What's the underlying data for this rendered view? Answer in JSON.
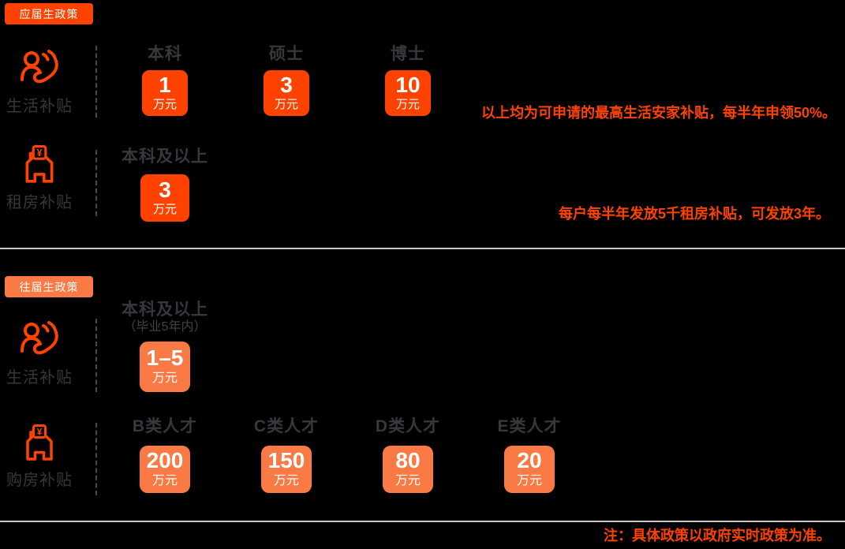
{
  "colors": {
    "background": "#000000",
    "accent_fresh": "#FF4200",
    "accent_previous": "#FA7A45",
    "note_text": "#FF4200",
    "icon_stroke": "#FF4200",
    "divider": "#C9CCCE",
    "dash": "#4A4A4A",
    "label_dark": "#35383C",
    "box_text": "#FFFFFF"
  },
  "sections": [
    {
      "badge": "应届生政策",
      "accent": "#FF4200",
      "rows": [
        {
          "label": "生活补贴",
          "icon": "people-care-icon",
          "note": "以上均为可申请的最高生活安家补贴，每半年申领50%。",
          "columns": [
            {
              "label": "本科",
              "value": "1",
              "unit": "万元"
            },
            {
              "label": "硕士",
              "value": "3",
              "unit": "万元"
            },
            {
              "label": "博士",
              "value": "10",
              "unit": "万元"
            }
          ]
        },
        {
          "label": "租房补贴",
          "icon": "house-yuan-icon",
          "note": "每户每半年发放5千租房补贴，可发放3年。",
          "columns": [
            {
              "label": "本科及以上",
              "value": "3",
              "unit": "万元"
            }
          ]
        }
      ]
    },
    {
      "badge": "往届生政策",
      "accent": "#FA7A45",
      "rows": [
        {
          "label": "生活补贴",
          "icon": "people-care-icon",
          "columns": [
            {
              "label": "本科及以上",
              "sublabel": "（毕业5年内）",
              "value": "1–5",
              "unit": "万元"
            }
          ]
        },
        {
          "label": "购房补贴",
          "icon": "house-yuan-icon",
          "columns": [
            {
              "label": "B类人才",
              "value": "200",
              "unit": "万元"
            },
            {
              "label": "C类人才",
              "value": "150",
              "unit": "万元"
            },
            {
              "label": "D类人才",
              "value": "80",
              "unit": "万元"
            },
            {
              "label": "E类人才",
              "value": "20",
              "unit": "万元"
            }
          ]
        }
      ]
    }
  ],
  "footnote": "注：具体政策以政府实时政策为准。"
}
